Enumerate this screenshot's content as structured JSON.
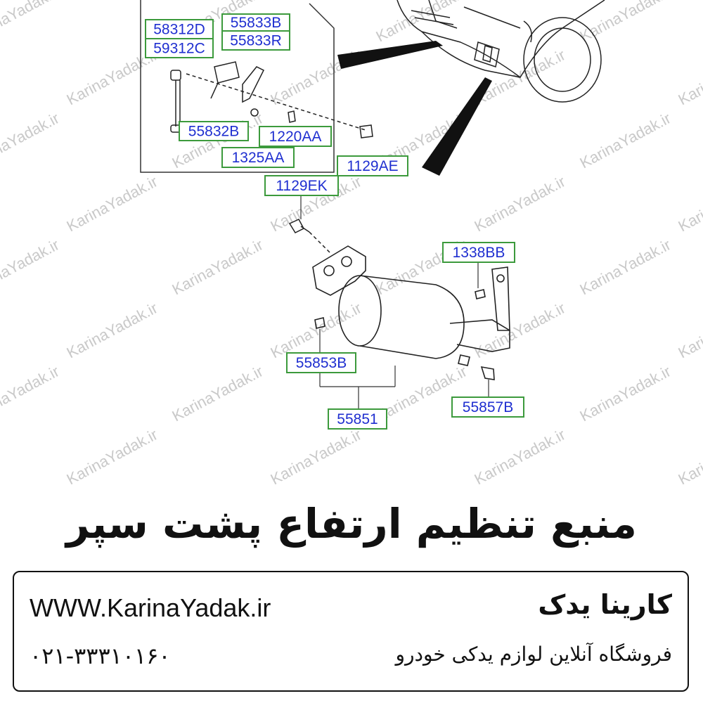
{
  "diagram": {
    "part_labels": [
      {
        "id": "58312D",
        "text": "58312D"
      },
      {
        "id": "59312C",
        "text": "59312C"
      },
      {
        "id": "55833B",
        "text": "55833B"
      },
      {
        "id": "55833R",
        "text": "55833R"
      },
      {
        "id": "55832B",
        "text": "55832B"
      },
      {
        "id": "1220AA",
        "text": "1220AA"
      },
      {
        "id": "1325AA",
        "text": "1325AA"
      },
      {
        "id": "1129AE",
        "text": "1129AE"
      },
      {
        "id": "1129EK",
        "text": "1129EK"
      },
      {
        "id": "1338BB",
        "text": "1338BB"
      },
      {
        "id": "55853B",
        "text": "55853B"
      },
      {
        "id": "55857B",
        "text": "55857B"
      },
      {
        "id": "55851",
        "text": "55851"
      }
    ],
    "watermark": "KarinaYadak.ir",
    "label_border_color": "#3c9a3c",
    "label_text_color": "#1f2fd0"
  },
  "title": "منبع تنظیم ارتفاع پشت سپر",
  "footer": {
    "url": "WWW.KarinaYadak.ir",
    "phone": "۰۲۱-۳۳۳۱۰۱۶۰",
    "brand_name": "کارینا یدک",
    "tagline": "فروشگاه آنلاین لوازم یدکی خودرو"
  }
}
